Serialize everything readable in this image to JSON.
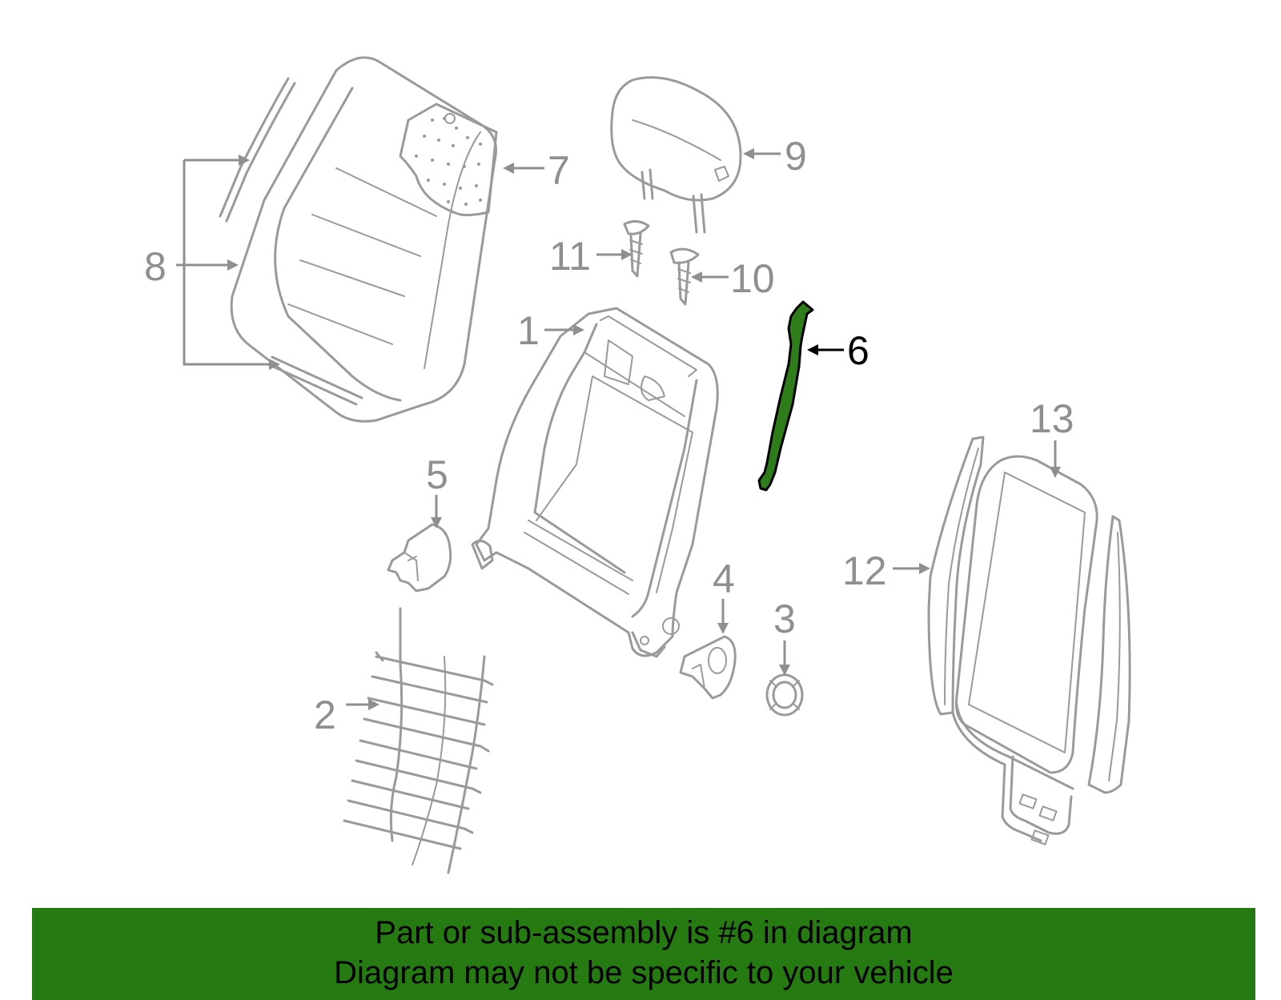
{
  "colors": {
    "highlight": "#2e7d1a",
    "banner": "#267a12",
    "outline": "#9a9a9a",
    "label": "#8f8f8f"
  },
  "callouts": {
    "c1": "1",
    "c2": "2",
    "c3": "3",
    "c4": "4",
    "c5": "5",
    "c6": "6",
    "c7": "7",
    "c8": "8",
    "c9": "9",
    "c10": "10",
    "c11": "11",
    "c12": "12",
    "c13": "13"
  },
  "highlighted_part": "6",
  "banner": {
    "line1": "Part or sub-assembly is #6 in diagram",
    "line2": "Diagram may not be specific to your vehicle"
  }
}
